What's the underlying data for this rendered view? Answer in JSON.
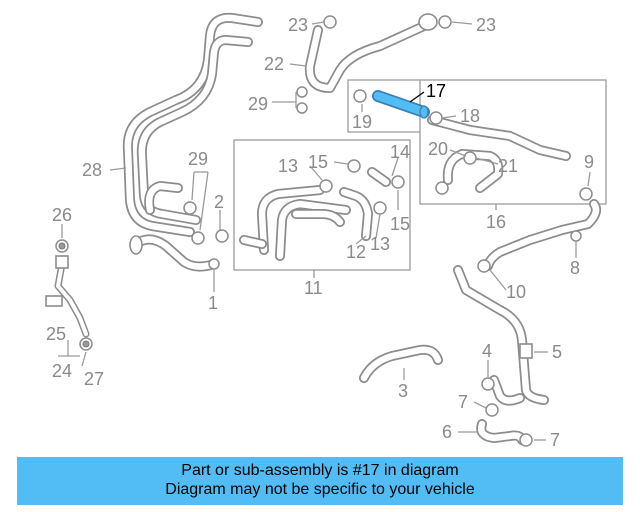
{
  "diagram": {
    "highlight_color": "#52bdf5",
    "callouts": [
      {
        "id": "c1",
        "text": "1"
      },
      {
        "id": "c2",
        "text": "2"
      },
      {
        "id": "c3",
        "text": "3"
      },
      {
        "id": "c4",
        "text": "4"
      },
      {
        "id": "c5",
        "text": "5"
      },
      {
        "id": "c6",
        "text": "6"
      },
      {
        "id": "c7a",
        "text": "7"
      },
      {
        "id": "c7b",
        "text": "7"
      },
      {
        "id": "c8",
        "text": "8"
      },
      {
        "id": "c9",
        "text": "9"
      },
      {
        "id": "c10",
        "text": "10"
      },
      {
        "id": "c11",
        "text": "11"
      },
      {
        "id": "c12",
        "text": "12"
      },
      {
        "id": "c13a",
        "text": "13"
      },
      {
        "id": "c13b",
        "text": "13"
      },
      {
        "id": "c14",
        "text": "14"
      },
      {
        "id": "c15a",
        "text": "15"
      },
      {
        "id": "c15b",
        "text": "15"
      },
      {
        "id": "c16",
        "text": "16"
      },
      {
        "id": "c17",
        "text": "17"
      },
      {
        "id": "c18",
        "text": "18"
      },
      {
        "id": "c19",
        "text": "19"
      },
      {
        "id": "c20",
        "text": "20"
      },
      {
        "id": "c21",
        "text": "21"
      },
      {
        "id": "c22",
        "text": "22"
      },
      {
        "id": "c23a",
        "text": "23"
      },
      {
        "id": "c23b",
        "text": "23"
      },
      {
        "id": "c24",
        "text": "24"
      },
      {
        "id": "c25",
        "text": "25"
      },
      {
        "id": "c26",
        "text": "26"
      },
      {
        "id": "c27",
        "text": "27"
      },
      {
        "id": "c28",
        "text": "28"
      },
      {
        "id": "c29a",
        "text": "29"
      },
      {
        "id": "c29b",
        "text": "29"
      }
    ]
  },
  "banner": {
    "line1": "Part or sub-assembly is #17 in diagram",
    "line2": "Diagram may not be specific to your vehicle",
    "background": "#52bdf5"
  }
}
